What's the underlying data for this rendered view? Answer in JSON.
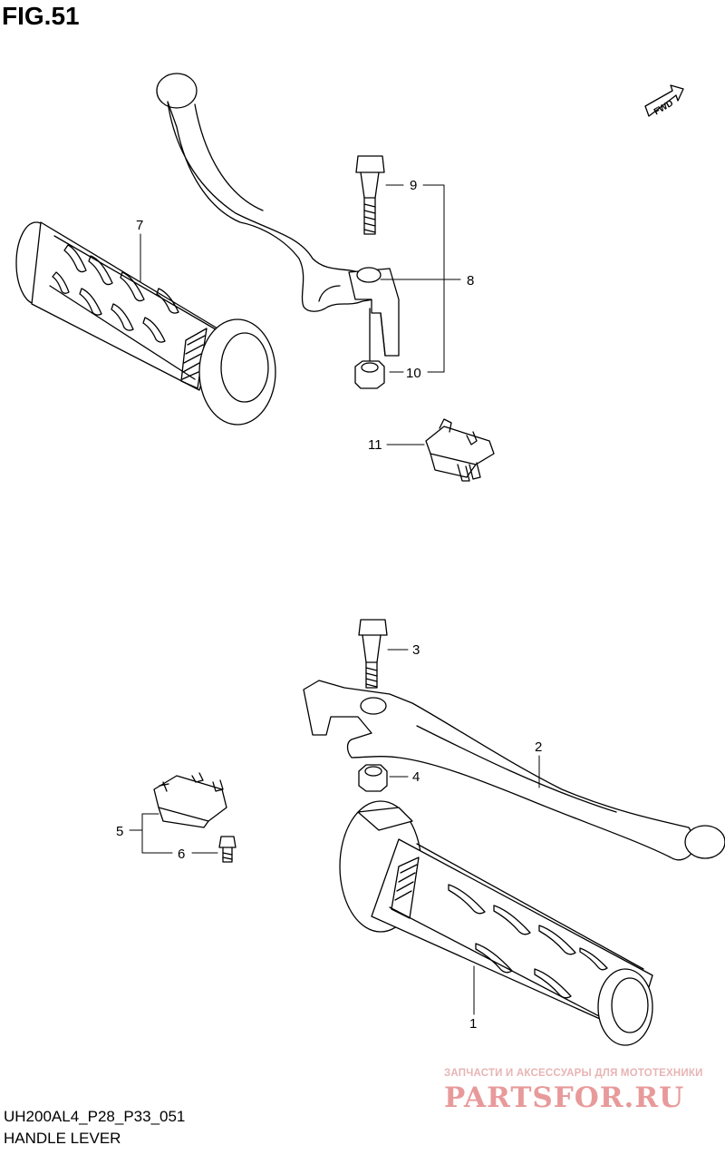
{
  "figure": {
    "title": "FIG.51"
  },
  "footer": {
    "code": "UH200AL4_P28_P33_051",
    "title": "HANDLE LEVER"
  },
  "watermark": {
    "tagline": "ЗАПЧАСТИ И АКСЕССУАРЫ ДЛЯ МОТОТЕХНИКИ",
    "brand": "PARTSFOR.RU"
  },
  "fwd_badge": "FWD",
  "callouts": [
    {
      "num": "1"
    },
    {
      "num": "2"
    },
    {
      "num": "3"
    },
    {
      "num": "4"
    },
    {
      "num": "5"
    },
    {
      "num": "6"
    },
    {
      "num": "7"
    },
    {
      "num": "8"
    },
    {
      "num": "9"
    },
    {
      "num": "10"
    },
    {
      "num": "11"
    }
  ],
  "colors": {
    "line": "#000000",
    "background": "#ffffff",
    "watermark": "#e89a9a"
  }
}
